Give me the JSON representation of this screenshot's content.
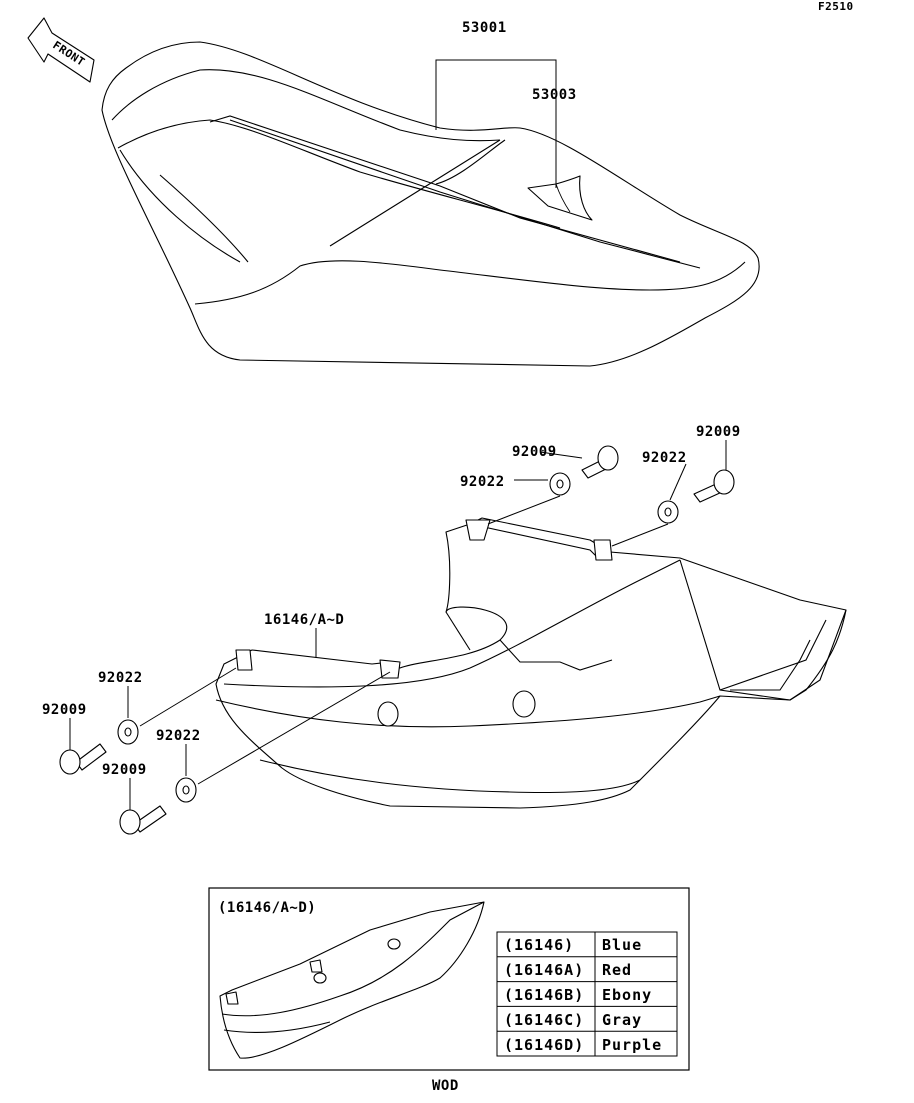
{
  "figure_code": "F2510",
  "front_label": "FRONT",
  "parts": {
    "seat": "53001",
    "seat_inner": "53003",
    "cover": "16146/A~D",
    "bolt_top_1": "92009",
    "washer_top_1": "92022",
    "washer_top_2": "92022",
    "bolt_top_2": "92009",
    "washer_left_1": "92022",
    "bolt_left_1": "92009",
    "washer_left_2": "92022",
    "bolt_left_2": "92009"
  },
  "inset": {
    "title": "(16146/A~D)",
    "rows": [
      {
        "part": "(16146)",
        "color": "Blue"
      },
      {
        "part": "(16146A)",
        "color": "Red"
      },
      {
        "part": "(16146B)",
        "color": "Ebony"
      },
      {
        "part": "(16146C)",
        "color": "Gray"
      },
      {
        "part": "(16146D)",
        "color": "Purple"
      }
    ]
  },
  "footer_code": "WOD"
}
